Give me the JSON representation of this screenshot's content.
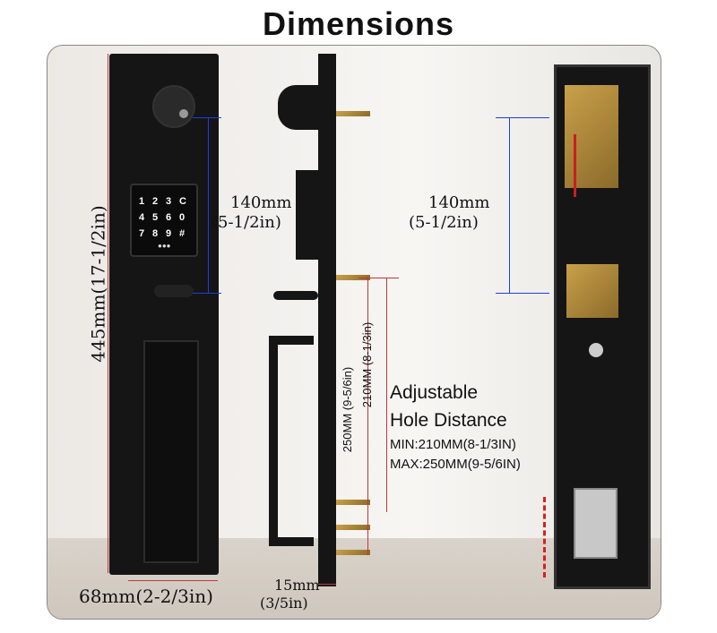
{
  "title": "Dimensions",
  "front_view": {
    "height_label": "445mm(17-1/2in)",
    "width_label": "68mm(2-2/3in)",
    "keypad_keys": [
      "1",
      "2",
      "3",
      "C",
      "4",
      "5",
      "6",
      "0",
      "7",
      "8",
      "9",
      "#"
    ],
    "keypad_dots": "●●●"
  },
  "spacing_label_front": {
    "mm": "140mm",
    "in": "(5-1/2in)"
  },
  "spacing_label_back": {
    "mm": "140mm",
    "in": "(5-1/2in)"
  },
  "side_view": {
    "thickness_mm": "15mm",
    "thickness_in": "(3/5in)",
    "hole_250": "250MM  (9-5/6in)",
    "hole_210": "210MM  (8-1/3in)"
  },
  "adjustable": {
    "line1": "Adjustable",
    "line2": "Hole Distance",
    "min": "MIN:210MM(8-1/3IN)",
    "max": "MAX:250MM(9-5/6IN)"
  },
  "colors": {
    "red": "#c0353a",
    "blue": "#1f3fd8",
    "lock": "#151515"
  }
}
